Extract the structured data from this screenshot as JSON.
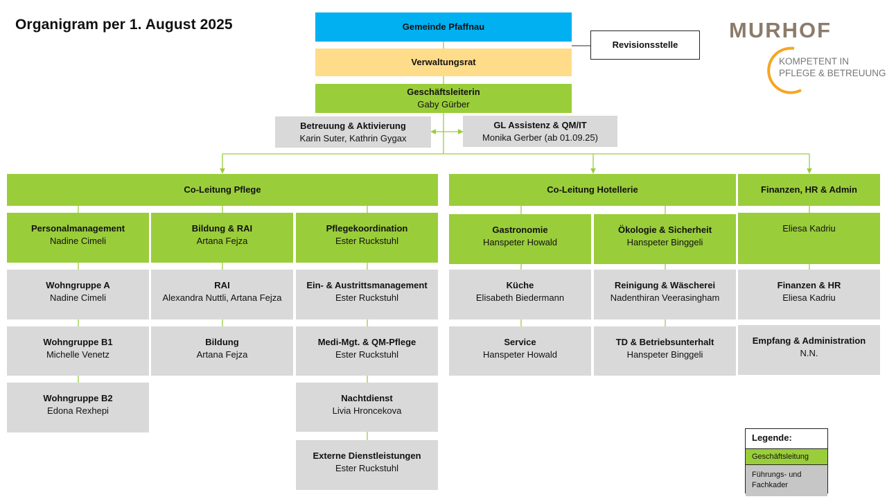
{
  "title": "Organigram per 1. August 2025",
  "logo": {
    "word": "MURHOF",
    "tagline_1": "KOMPETENT IN",
    "tagline_2": "PFLEGE & BETREUUNG"
  },
  "colors": {
    "green": "#9acd3a",
    "gray": "#d9d9d9",
    "blue": "#00b0f0",
    "yellow": "#fedc8a",
    "line": "#9acd3a",
    "logo_orange": "#f5a623"
  },
  "top": {
    "gemeinde": "Gemeinde Pfaffnau",
    "verwaltungsrat": "Verwaltungsrat",
    "revisionsstelle": "Revisionsstelle",
    "gl_title": "Geschäftsleiterin",
    "gl_name": "Gaby Gürber"
  },
  "staff": {
    "betreuung_title": "Betreuung & Aktivierung",
    "betreuung_name": "Karin Suter, Kathrin Gygax",
    "assistenz_title": "GL Assistenz & QM/IT",
    "assistenz_name": "Monika Gerber (ab 01.09.25)"
  },
  "divisions": {
    "pflege": "Co-Leitung Pflege",
    "hotellerie": "Co-Leitung Hotellerie",
    "finanzen": "Finanzen, HR & Admin"
  },
  "pflege": {
    "personal_title": "Personalmanagement",
    "personal_name": "Nadine Cimeli",
    "bildungrai_title": "Bildung & RAI",
    "bildungrai_name": "Artana Fejza",
    "koord_title": "Pflegekoordination",
    "koord_name": "Ester Ruckstuhl",
    "wga_title": "Wohngruppe A",
    "wga_name": "Nadine Cimeli",
    "wgb1_title": "Wohngruppe B1",
    "wgb1_name": "Michelle Venetz",
    "wgb2_title": "Wohngruppe B2",
    "wgb2_name": "Edona Rexhepi",
    "rai_title": "RAI",
    "rai_name": "Alexandra Nuttli, Artana Fejza",
    "bildung_title": "Bildung",
    "bildung_name": "Artana Fejza",
    "einaus_title": "Ein- & Austrittsmanagement",
    "einaus_name": "Ester Ruckstuhl",
    "medi_title": "Medi-Mgt. & QM-Pflege",
    "medi_name": "Ester Ruckstuhl",
    "nacht_title": "Nachtdienst",
    "nacht_name": "Livia Hroncekova",
    "extern_title": "Externe Dienstleistungen",
    "extern_name": "Ester Ruckstuhl"
  },
  "hotellerie": {
    "gastro_title": "Gastronomie",
    "gastro_name": "Hanspeter Howald",
    "oeko_title": "Ökologie & Sicherheit",
    "oeko_name": "Hanspeter Binggeli",
    "kueche_title": "Küche",
    "kueche_name": "Elisabeth Biedermann",
    "service_title": "Service",
    "service_name": "Hanspeter Howald",
    "reinigung_title": "Reinigung & Wäscherei",
    "reinigung_name": "Nadenthiran Veerasingham",
    "td_title": "TD & Betriebsunterhalt",
    "td_name": "Hanspeter Binggeli"
  },
  "finanzen": {
    "lead_name": "Eliesa Kadriu",
    "fhr_title": "Finanzen & HR",
    "fhr_name": "Eliesa Kadriu",
    "empfang_title": "Empfang & Administration",
    "empfang_name": "N.N."
  },
  "legend": {
    "title": "Legende:",
    "green_label": "Geschäftsleitung",
    "gray_label_1": "Führungs- und",
    "gray_label_2": "Fachkader"
  }
}
